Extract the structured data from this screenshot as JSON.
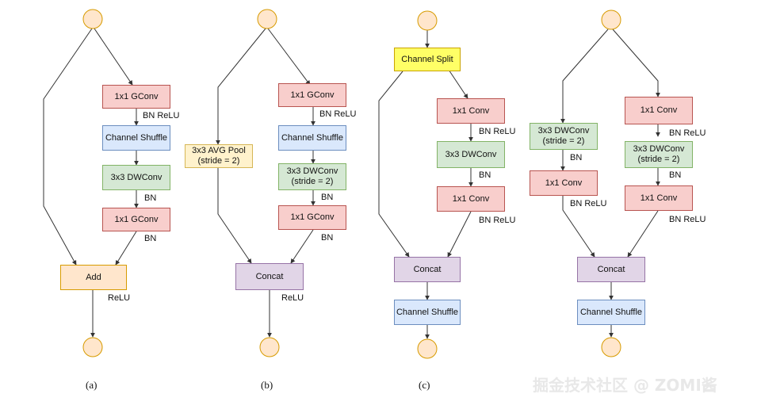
{
  "a": {
    "box1": "1x1 GConv",
    "lbl1": "BN ReLU",
    "box2": "Channel Shuffle",
    "box3": "3x3 DWConv",
    "lbl3": "BN",
    "box4": "1x1 GConv",
    "lbl4": "BN",
    "add": "Add",
    "relu": "ReLU",
    "caption": "(a)"
  },
  "b": {
    "pool": "3x3 AVG Pool\n(stride = 2)",
    "box1": "1x1 GConv",
    "lbl1": "BN ReLU",
    "box2": "Channel Shuffle",
    "box3": "3x3 DWConv\n(stride = 2)",
    "lbl3": "BN",
    "box4": "1x1 GConv",
    "lbl4": "BN",
    "concat": "Concat",
    "relu": "ReLU",
    "caption": "(b)"
  },
  "c": {
    "split": "Channel Split",
    "box1": "1x1 Conv",
    "lbl1": "BN ReLU",
    "box2": "3x3 DWConv",
    "lbl2": "BN",
    "box3": "1x1 Conv",
    "lbl3": "BN ReLU",
    "concat": "Concat",
    "shuffle": "Channel Shuffle",
    "caption": "(c)"
  },
  "d": {
    "lbox1": "3x3 DWConv\n(stride = 2)",
    "llbl1": "BN",
    "lbox2": "1x1 Conv",
    "llbl2": "BN ReLU",
    "rbox1": "1x1 Conv",
    "rlbl1": "BN ReLU",
    "rbox2": "3x3 DWConv\n(stride = 2)",
    "rlbl2": "BN",
    "rbox3": "1x1 Conv",
    "rlbl3": "BN ReLU",
    "concat": "Concat",
    "shuffle": "Channel Shuffle"
  },
  "watermark": "掘金技术社区 @ ZOMI酱",
  "colors": {
    "node_fill": "#ffe6cc",
    "node_stroke": "#d79b00",
    "line": "#333333"
  }
}
